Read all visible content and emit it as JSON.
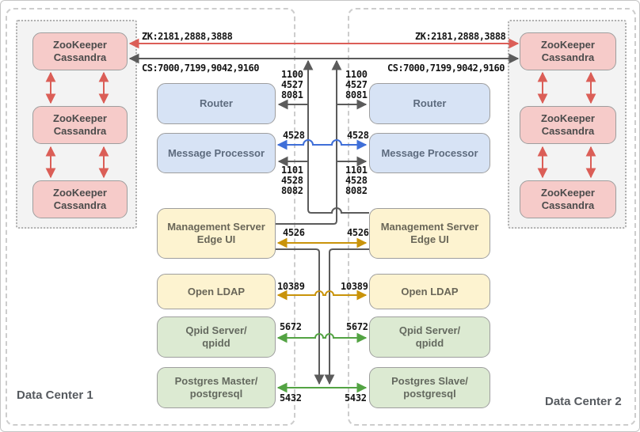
{
  "colors": {
    "zk_link": "#db5e57",
    "cassandra_link": "#5b5b5b",
    "mp_cross_link": "#3f6fd8",
    "management_link": "#c9930a",
    "data_link": "#53a343"
  },
  "dc1": {
    "label": "Data Center 1",
    "zk_nodes": [
      {
        "line1": "ZooKeeper",
        "line2": "Cassandra"
      },
      {
        "line1": "ZooKeeper",
        "line2": "Cassandra"
      },
      {
        "line1": "ZooKeeper",
        "line2": "Cassandra"
      }
    ],
    "router": "Router",
    "message_processor": "Message Processor",
    "management_server": {
      "line1": "Management Server",
      "line2": "Edge UI"
    },
    "ldap": "Open LDAP",
    "qpid": {
      "line1": "Qpid Server/",
      "line2": "qpidd"
    },
    "postgres": {
      "line1": "Postgres Master/",
      "line2": "postgresql"
    }
  },
  "dc2": {
    "label": "Data Center 2",
    "zk_nodes": [
      {
        "line1": "ZooKeeper",
        "line2": "Cassandra"
      },
      {
        "line1": "ZooKeeper",
        "line2": "Cassandra"
      },
      {
        "line1": "ZooKeeper",
        "line2": "Cassandra"
      }
    ],
    "router": "Router",
    "message_processor": "Message Processor",
    "management_server": {
      "line1": "Management Server",
      "line2": "Edge UI"
    },
    "ldap": "Open LDAP",
    "qpid": {
      "line1": "Qpid Server/",
      "line2": "qpidd"
    },
    "postgres": {
      "line1": "Postgres Slave/",
      "line2": "postgresql"
    }
  },
  "ports": {
    "zk": "ZK:2181,2888,3888",
    "cs": "CS:7000,7199,9042,9160",
    "router": [
      "1100",
      "4527",
      "8081"
    ],
    "mp_cross": "4528",
    "mp": [
      "1101",
      "4528",
      "8082"
    ],
    "management": "4526",
    "ldap": "10389",
    "qpid": "5672",
    "postgres": "5432"
  }
}
